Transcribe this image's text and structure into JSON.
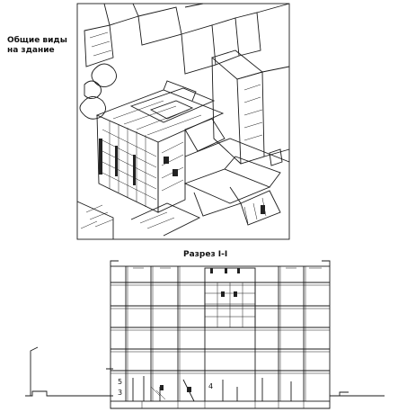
{
  "labels": {
    "axonometric_title_line1": "Общие виды",
    "axonometric_title_line2": "на здание",
    "section_title": "Разрез I-I"
  },
  "section_marks": {
    "mark_5": "5",
    "mark_3": "3",
    "mark_4": "4"
  }
}
